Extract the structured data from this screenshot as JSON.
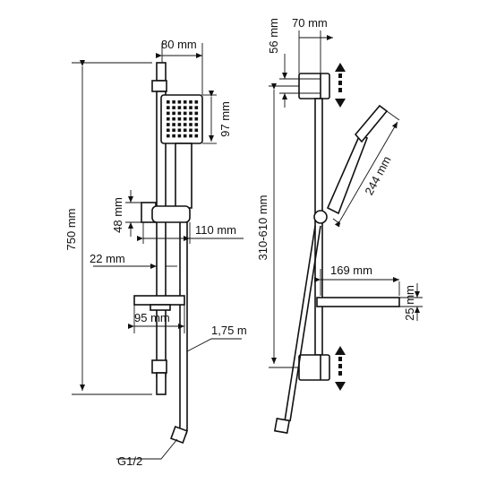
{
  "colors": {
    "line": "#111111",
    "background": "#ffffff"
  },
  "dimensions": {
    "total_height": "750 mm",
    "width_head": "80 mm",
    "head_height": "97 mm",
    "holder_height": "48 mm",
    "holder_offset": "110 mm",
    "bar_diameter": "22 mm",
    "dish_width": "95 mm",
    "hose_length": "1,75 m",
    "connector": "G1/2",
    "wall_bracket_height": "56 mm",
    "wall_bracket_depth": "70 mm",
    "adjust_range": "310-610 mm",
    "handshower_length": "244 mm",
    "dish_depth": "169 mm",
    "dish_height": "25 mm"
  },
  "icons": {
    "adjust_arrow": "double-arrow-vertical-icon"
  }
}
